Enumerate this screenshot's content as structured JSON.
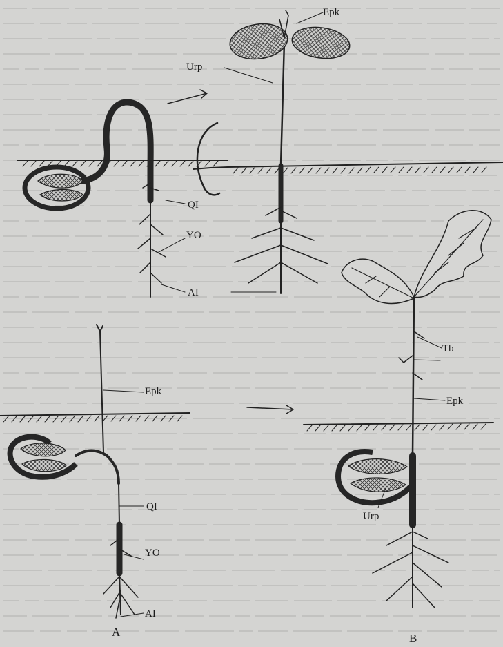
{
  "labels": {
    "epk_top": "Epk",
    "urp_top": "Urp",
    "ql_top": "QI",
    "yo_top": "YO",
    "al_top": "AI",
    "epk_bottom_left": "Epk",
    "ql_bottom": "QI",
    "yo_bottom": "YO",
    "al_bottom": "AI",
    "a": "A",
    "tb": "Tb",
    "epk_bottom_right": "Epk",
    "urp_bottom": "Urp",
    "b": "B"
  }
}
